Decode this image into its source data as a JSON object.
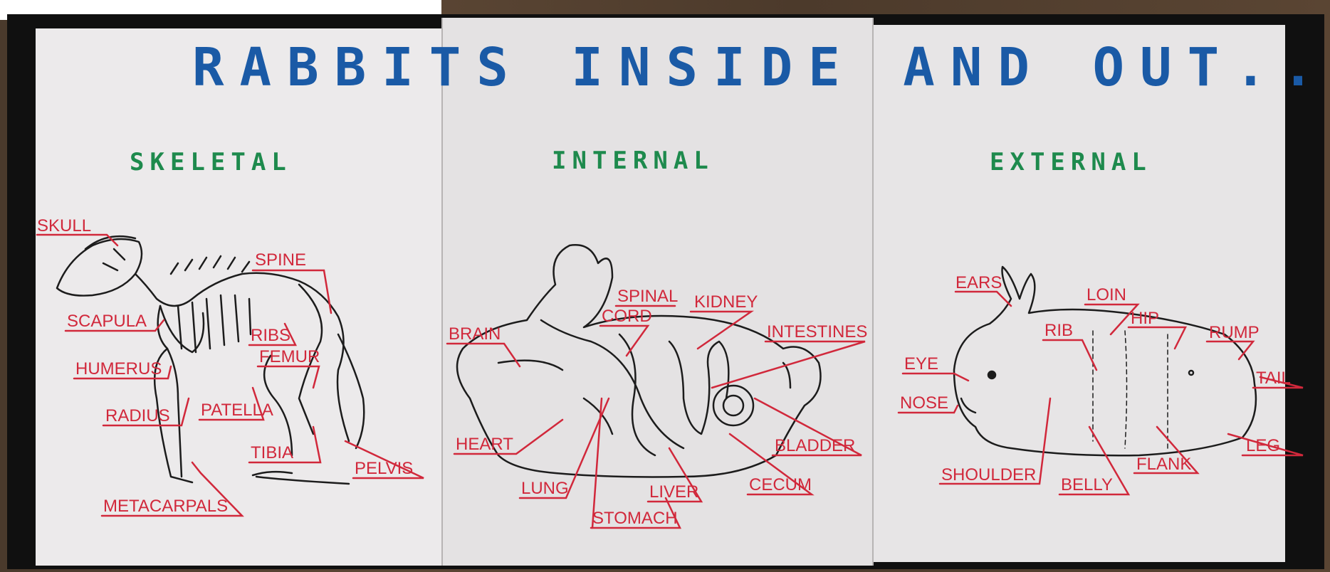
{
  "poster": {
    "title": "RABBITS INSIDE AND OUT...",
    "sections": {
      "skeletal": "SKELETAL",
      "internal": "INTERNAL",
      "external": "EXTERNAL"
    },
    "skeletal_labels": {
      "skull": "SKULL",
      "spine": "SPINE",
      "scapula": "SCAPULA",
      "ribs": "RIBS",
      "femur": "FEMUR",
      "humerus": "HUMERUS",
      "patella": "PATELLA",
      "radius": "RADIUS",
      "tibia": "TIBIA",
      "pelvis": "PELVIS",
      "metacarpals": "METACARPALS"
    },
    "internal_labels": {
      "spinal_cord_1": "SPINAL",
      "spinal_cord_2": "CORD",
      "kidney": "KIDNEY",
      "brain": "BRAIN",
      "intestines": "INTESTINES",
      "heart": "HEART",
      "bladder": "BLADDER",
      "lung": "LUNG",
      "liver": "LIVER",
      "cecum": "CECUM",
      "stomach": "STOMACH"
    },
    "external_labels": {
      "ears": "EARS",
      "loin": "LOIN",
      "hip": "HIP",
      "rib": "RIB",
      "rump": "RUMP",
      "eye": "EYE",
      "tail": "TAIL",
      "nose": "NOSE",
      "leg": "LEG",
      "shoulder": "SHOULDER",
      "flank": "FLANK",
      "belly": "BELLY"
    },
    "colors": {
      "title": "#1a5aa6",
      "section": "#1e8a4d",
      "labels": "#d1283b",
      "drawing": "#1c1c1c"
    }
  }
}
